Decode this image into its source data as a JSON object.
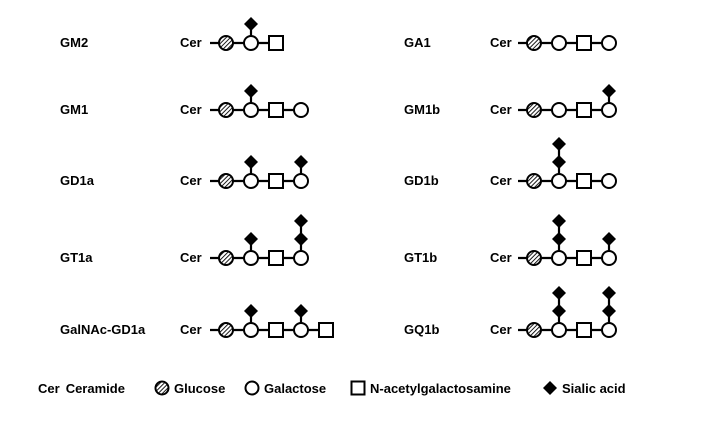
{
  "gangliosides": [
    {
      "name": "GM2",
      "col": 0,
      "row": 0,
      "core": [
        "cer",
        "glc",
        "gal",
        "galnac"
      ],
      "sialic": [
        {
          "on": 2,
          "count": 1
        }
      ]
    },
    {
      "name": "GM1",
      "col": 0,
      "row": 1,
      "core": [
        "cer",
        "glc",
        "gal",
        "galnac",
        "gal"
      ],
      "sialic": [
        {
          "on": 2,
          "count": 1
        }
      ]
    },
    {
      "name": "GD1a",
      "col": 0,
      "row": 2,
      "core": [
        "cer",
        "glc",
        "gal",
        "galnac",
        "gal"
      ],
      "sialic": [
        {
          "on": 2,
          "count": 1
        },
        {
          "on": 4,
          "count": 1
        }
      ]
    },
    {
      "name": "GT1a",
      "col": 0,
      "row": 3,
      "core": [
        "cer",
        "glc",
        "gal",
        "galnac",
        "gal"
      ],
      "sialic": [
        {
          "on": 2,
          "count": 1
        },
        {
          "on": 4,
          "count": 2
        }
      ]
    },
    {
      "name": "GalNAc-GD1a",
      "col": 0,
      "row": 4,
      "core": [
        "cer",
        "glc",
        "gal",
        "galnac",
        "gal",
        "galnac"
      ],
      "sialic": [
        {
          "on": 2,
          "count": 1
        },
        {
          "on": 4,
          "count": 1
        }
      ]
    },
    {
      "name": "GA1",
      "col": 1,
      "row": 0,
      "core": [
        "cer",
        "glc",
        "gal",
        "galnac",
        "gal"
      ],
      "sialic": []
    },
    {
      "name": "GM1b",
      "col": 1,
      "row": 1,
      "core": [
        "cer",
        "glc",
        "gal",
        "galnac",
        "gal"
      ],
      "sialic": [
        {
          "on": 4,
          "count": 1
        }
      ]
    },
    {
      "name": "GD1b",
      "col": 1,
      "row": 2,
      "core": [
        "cer",
        "glc",
        "gal",
        "galnac",
        "gal"
      ],
      "sialic": [
        {
          "on": 2,
          "count": 2
        }
      ]
    },
    {
      "name": "GT1b",
      "col": 1,
      "row": 3,
      "core": [
        "cer",
        "glc",
        "gal",
        "galnac",
        "gal"
      ],
      "sialic": [
        {
          "on": 2,
          "count": 2
        },
        {
          "on": 4,
          "count": 1
        }
      ]
    },
    {
      "name": "GQ1b",
      "col": 1,
      "row": 4,
      "core": [
        "cer",
        "glc",
        "gal",
        "galnac",
        "gal"
      ],
      "sialic": [
        {
          "on": 2,
          "count": 2
        },
        {
          "on": 4,
          "count": 2
        }
      ]
    }
  ],
  "cer_label": "Cer",
  "legend": [
    {
      "symbol": "cer",
      "abbr": "Cer",
      "label": "Ceramide"
    },
    {
      "symbol": "glc",
      "label": "Glucose"
    },
    {
      "symbol": "gal",
      "label": "Galactose"
    },
    {
      "symbol": "galnac",
      "label": "N-acetylgalactosamine"
    },
    {
      "symbol": "sia",
      "label": "Sialic acid"
    }
  ]
}
